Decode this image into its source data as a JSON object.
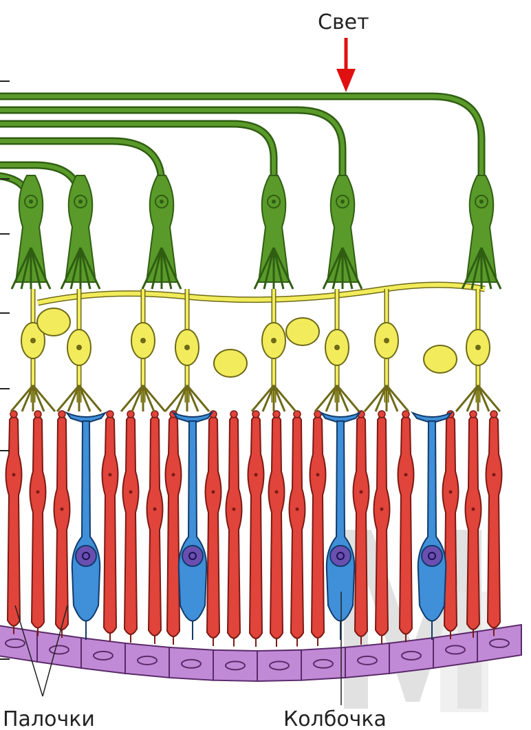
{
  "labels": {
    "light": "Свет",
    "rods": "Палочки",
    "cone": "Колбочка"
  },
  "colors": {
    "ganglion": "#5a9a2a",
    "ganglion_dark": "#2f5e12",
    "bipolar": "#f2ec5c",
    "bipolar_stroke": "#6e6a18",
    "rod": "#e0443a",
    "rod_stroke": "#7a1a14",
    "cone": "#3f8fd9",
    "cone_stroke": "#123a6a",
    "epithelium": "#c18ad6",
    "epithelium_stroke": "#5a2a6a",
    "arrow": "#e01010",
    "watermark": "#cccccc"
  },
  "icons": {
    "light_arrow": "light-arrow-icon",
    "watermark": "watermark-logo-icon"
  }
}
